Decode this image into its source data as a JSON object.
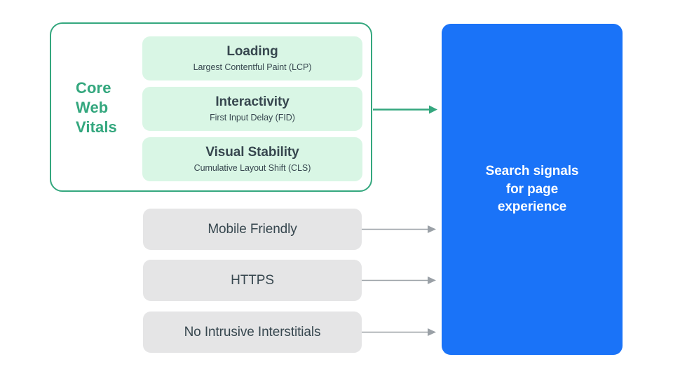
{
  "diagram": {
    "title": "Search signals for page experience",
    "colors": {
      "accent_green": "#34A77E",
      "card_green": "#D9F6E5",
      "gray_box": "#E5E5E6",
      "accent_blue": "#1A73F8",
      "text_dark": "#37474F",
      "arrow_gray": "#9AA0A6",
      "background": "#FFFFFF"
    },
    "core_web_vitals": {
      "label_lines": [
        "Core",
        "Web",
        "Vitals"
      ],
      "label_text": "Core Web Vitals",
      "metrics": [
        {
          "title": "Loading",
          "subtitle": "Largest Contentful Paint (LCP)",
          "abbr": "LCP"
        },
        {
          "title": "Interactivity",
          "subtitle": "First Input Delay (FID)",
          "abbr": "FID"
        },
        {
          "title": "Visual Stability",
          "subtitle": "Cumulative Layout Shift (CLS)",
          "abbr": "CLS"
        }
      ]
    },
    "other_signals": [
      {
        "label": "Mobile Friendly"
      },
      {
        "label": "HTTPS"
      },
      {
        "label": "No Intrusive Interstitials"
      }
    ],
    "destination": {
      "lines": [
        "Search signals",
        "for page",
        "experience"
      ],
      "text": "Search signals for page experience"
    },
    "arrows": [
      {
        "name": "arrow-core-web-vitals",
        "color": "#34A77E",
        "from": "core-web-vitals-group",
        "to": "search-signals-box"
      },
      {
        "name": "arrow-mobile-friendly",
        "color": "#9AA0A6",
        "from": "Mobile Friendly",
        "to": "search-signals-box"
      },
      {
        "name": "arrow-https",
        "color": "#9AA0A6",
        "from": "HTTPS",
        "to": "search-signals-box"
      },
      {
        "name": "arrow-no-intrusive-interstitials",
        "color": "#9AA0A6",
        "from": "No Intrusive Interstitials",
        "to": "search-signals-box"
      }
    ]
  }
}
